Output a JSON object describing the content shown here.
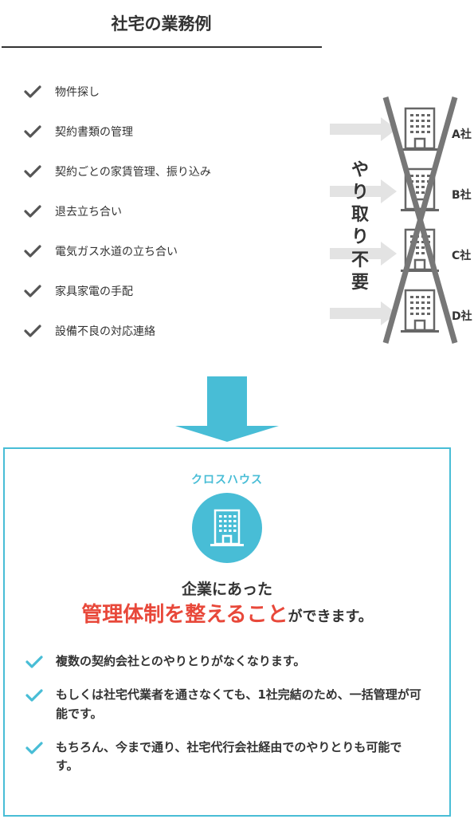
{
  "title": "社宅の業務例",
  "tasks": [
    "物件探し",
    "契約書類の管理",
    "契約ごとの家賃管理、振り込み",
    "退去立ち合い",
    "電気ガス水道の立ち合い",
    "家具家電の手配",
    "設備不良の対応連絡"
  ],
  "right_graphic": {
    "vertical_text": "やり取り不要",
    "companies": [
      "A社",
      "B社",
      "C社",
      "D社"
    ]
  },
  "box": {
    "brand": "クロスハウス",
    "lead_line1": "企業にあった",
    "lead_highlight": "管理体制を整えること",
    "lead_tail": "ができます。",
    "benefits": [
      "複数の契約会社とのやりとりがなくなります。",
      "もしくは社宅代業者を通さなくても、1社完結のため、一括管理が可能です。",
      "もちろん、今まで通り、社宅代行会社経由でのやりとりも可能です。"
    ]
  },
  "colors": {
    "accent": "#48bdd6",
    "highlight": "#e8483a",
    "text": "#333333",
    "gray_check": "#555555",
    "gray_arrow": "#e3e3e3",
    "gray_cross": "#777777"
  }
}
